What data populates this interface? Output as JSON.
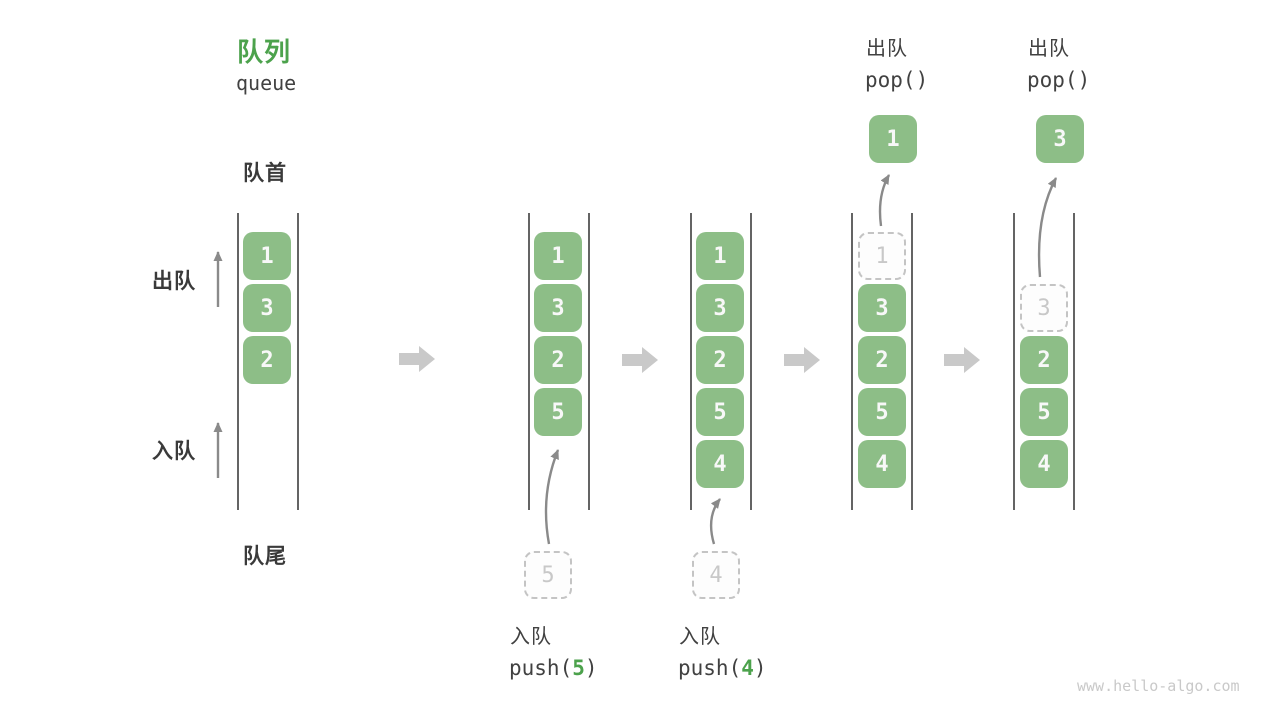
{
  "title": {
    "zh": "队列",
    "en": "queue"
  },
  "labels": {
    "front": "队首",
    "rear": "队尾",
    "dequeue": "出队",
    "enqueue": "入队"
  },
  "colors": {
    "box_green": "#8dbe87",
    "accent_green": "#4ca24c",
    "dark_text": "#3d3d3d",
    "ghost_gray": "#c8c8c8",
    "wall_gray": "#646464",
    "thin_arrow_gray": "#8a8a8a",
    "block_arrow_gray": "#c9c9c9"
  },
  "states": [
    {
      "items": [
        "1",
        "3",
        "2"
      ]
    },
    {
      "items": [
        "1",
        "3",
        "2",
        "5"
      ],
      "incoming": "5",
      "op": {
        "zh": "入队",
        "pre": "push(",
        "arg": "5",
        "post": ")"
      }
    },
    {
      "items": [
        "1",
        "3",
        "2",
        "5",
        "4"
      ],
      "incoming": "4",
      "op": {
        "zh": "入队",
        "pre": "push(",
        "arg": "4",
        "post": ")"
      }
    },
    {
      "ghost": "1",
      "items": [
        "3",
        "2",
        "5",
        "4"
      ],
      "popped": "1",
      "op": {
        "zh": "出队",
        "code": "pop()"
      }
    },
    {
      "ghost": "3",
      "items": [
        "2",
        "5",
        "4"
      ],
      "popped": "3",
      "op": {
        "zh": "出队",
        "code": "pop()"
      }
    }
  ],
  "watermark": "www.hello-algo.com"
}
